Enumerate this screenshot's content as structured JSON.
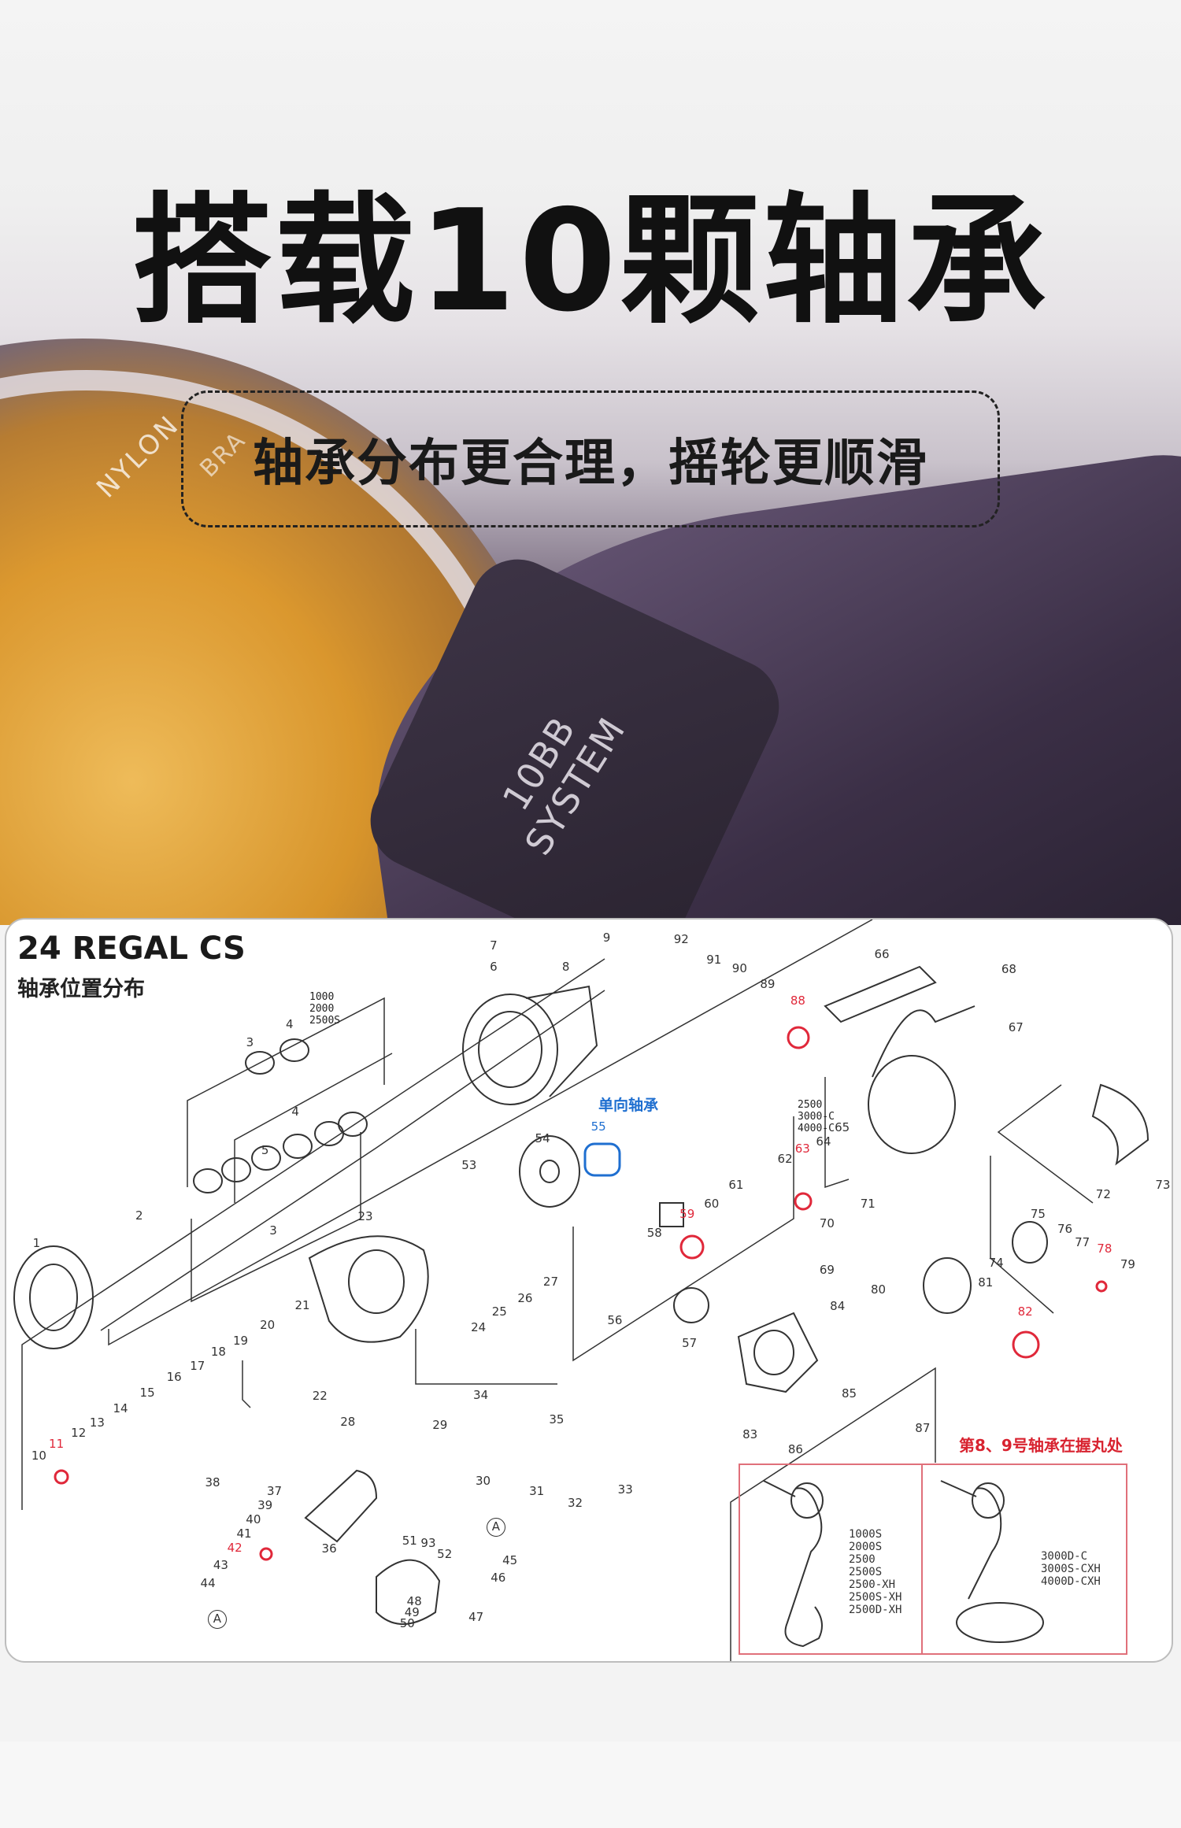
{
  "hero": {
    "title": "搭载10颗轴承",
    "subtitle": "轴承分布更合理，摇轮更顺滑",
    "reel_text": {
      "nylon": "NYLON",
      "braid": "BRA",
      "bb_line1": "10BB",
      "bb_line2": "SYSTEM"
    }
  },
  "panel": {
    "title": "24 REGAL CS",
    "subtitle": "轴承位置分布",
    "spool_sizes": "1000\n2000\n2500S",
    "rotor_sizes": "2500\n3000-C\n4000-C",
    "one_way_note": "单向轴承",
    "handle_note": "第8、9号轴承在握丸处",
    "handle_left_sizes": "1000S\n2000S\n2500\n2500S\n2500-XH\n2500S-XH\n2500D-XH",
    "handle_right_sizes": "3000D-C\n3000S-CXH\n4000D-CXH",
    "parts": [
      {
        "n": "1",
        "c": ""
      },
      {
        "n": "2",
        "c": ""
      },
      {
        "n": "3",
        "c": ""
      },
      {
        "n": "4",
        "c": ""
      },
      {
        "n": "5",
        "c": ""
      },
      {
        "n": "4",
        "c": ""
      },
      {
        "n": "3",
        "c": ""
      },
      {
        "n": "6",
        "c": ""
      },
      {
        "n": "7",
        "c": ""
      },
      {
        "n": "8",
        "c": ""
      },
      {
        "n": "9",
        "c": ""
      },
      {
        "n": "10",
        "c": ""
      },
      {
        "n": "11",
        "c": "red"
      },
      {
        "n": "12",
        "c": ""
      },
      {
        "n": "13",
        "c": ""
      },
      {
        "n": "14",
        "c": ""
      },
      {
        "n": "15",
        "c": ""
      },
      {
        "n": "16",
        "c": ""
      },
      {
        "n": "17",
        "c": ""
      },
      {
        "n": "18",
        "c": ""
      },
      {
        "n": "19",
        "c": ""
      },
      {
        "n": "20",
        "c": ""
      },
      {
        "n": "21",
        "c": ""
      },
      {
        "n": "22",
        "c": ""
      },
      {
        "n": "23",
        "c": ""
      },
      {
        "n": "24",
        "c": ""
      },
      {
        "n": "25",
        "c": ""
      },
      {
        "n": "26",
        "c": ""
      },
      {
        "n": "27",
        "c": ""
      },
      {
        "n": "28",
        "c": ""
      },
      {
        "n": "29",
        "c": ""
      },
      {
        "n": "30",
        "c": ""
      },
      {
        "n": "31",
        "c": ""
      },
      {
        "n": "32",
        "c": ""
      },
      {
        "n": "33",
        "c": ""
      },
      {
        "n": "34",
        "c": ""
      },
      {
        "n": "35",
        "c": ""
      },
      {
        "n": "36",
        "c": ""
      },
      {
        "n": "37",
        "c": ""
      },
      {
        "n": "38",
        "c": ""
      },
      {
        "n": "39",
        "c": ""
      },
      {
        "n": "40",
        "c": ""
      },
      {
        "n": "41",
        "c": ""
      },
      {
        "n": "42",
        "c": "red"
      },
      {
        "n": "43",
        "c": ""
      },
      {
        "n": "44",
        "c": ""
      },
      {
        "n": "45",
        "c": ""
      },
      {
        "n": "46",
        "c": ""
      },
      {
        "n": "47",
        "c": ""
      },
      {
        "n": "48",
        "c": ""
      },
      {
        "n": "49",
        "c": ""
      },
      {
        "n": "50",
        "c": ""
      },
      {
        "n": "51",
        "c": ""
      },
      {
        "n": "52",
        "c": ""
      },
      {
        "n": "53",
        "c": ""
      },
      {
        "n": "54",
        "c": ""
      },
      {
        "n": "55",
        "c": "blue"
      },
      {
        "n": "56",
        "c": ""
      },
      {
        "n": "57",
        "c": ""
      },
      {
        "n": "58",
        "c": ""
      },
      {
        "n": "59",
        "c": "red"
      },
      {
        "n": "60",
        "c": ""
      },
      {
        "n": "61",
        "c": ""
      },
      {
        "n": "62",
        "c": ""
      },
      {
        "n": "63",
        "c": "red"
      },
      {
        "n": "64",
        "c": ""
      },
      {
        "n": "65",
        "c": ""
      },
      {
        "n": "66",
        "c": ""
      },
      {
        "n": "67",
        "c": ""
      },
      {
        "n": "68",
        "c": ""
      },
      {
        "n": "69",
        "c": ""
      },
      {
        "n": "70",
        "c": ""
      },
      {
        "n": "71",
        "c": ""
      },
      {
        "n": "72",
        "c": ""
      },
      {
        "n": "73",
        "c": ""
      },
      {
        "n": "74",
        "c": ""
      },
      {
        "n": "75",
        "c": ""
      },
      {
        "n": "76",
        "c": ""
      },
      {
        "n": "77",
        "c": ""
      },
      {
        "n": "78",
        "c": "red"
      },
      {
        "n": "79",
        "c": ""
      },
      {
        "n": "80",
        "c": ""
      },
      {
        "n": "81",
        "c": ""
      },
      {
        "n": "82",
        "c": "red"
      },
      {
        "n": "83",
        "c": ""
      },
      {
        "n": "84",
        "c": ""
      },
      {
        "n": "85",
        "c": ""
      },
      {
        "n": "86",
        "c": ""
      },
      {
        "n": "87",
        "c": ""
      },
      {
        "n": "88",
        "c": "red"
      },
      {
        "n": "89",
        "c": ""
      },
      {
        "n": "90",
        "c": ""
      },
      {
        "n": "91",
        "c": ""
      },
      {
        "n": "92",
        "c": ""
      },
      {
        "n": "93",
        "c": ""
      },
      {
        "n": "A",
        "c": ""
      },
      {
        "n": "A",
        "c": ""
      }
    ]
  },
  "colors": {
    "bearing_red": "#e0283a",
    "one_way_blue": "#1f6fd0",
    "title": "#111111"
  }
}
